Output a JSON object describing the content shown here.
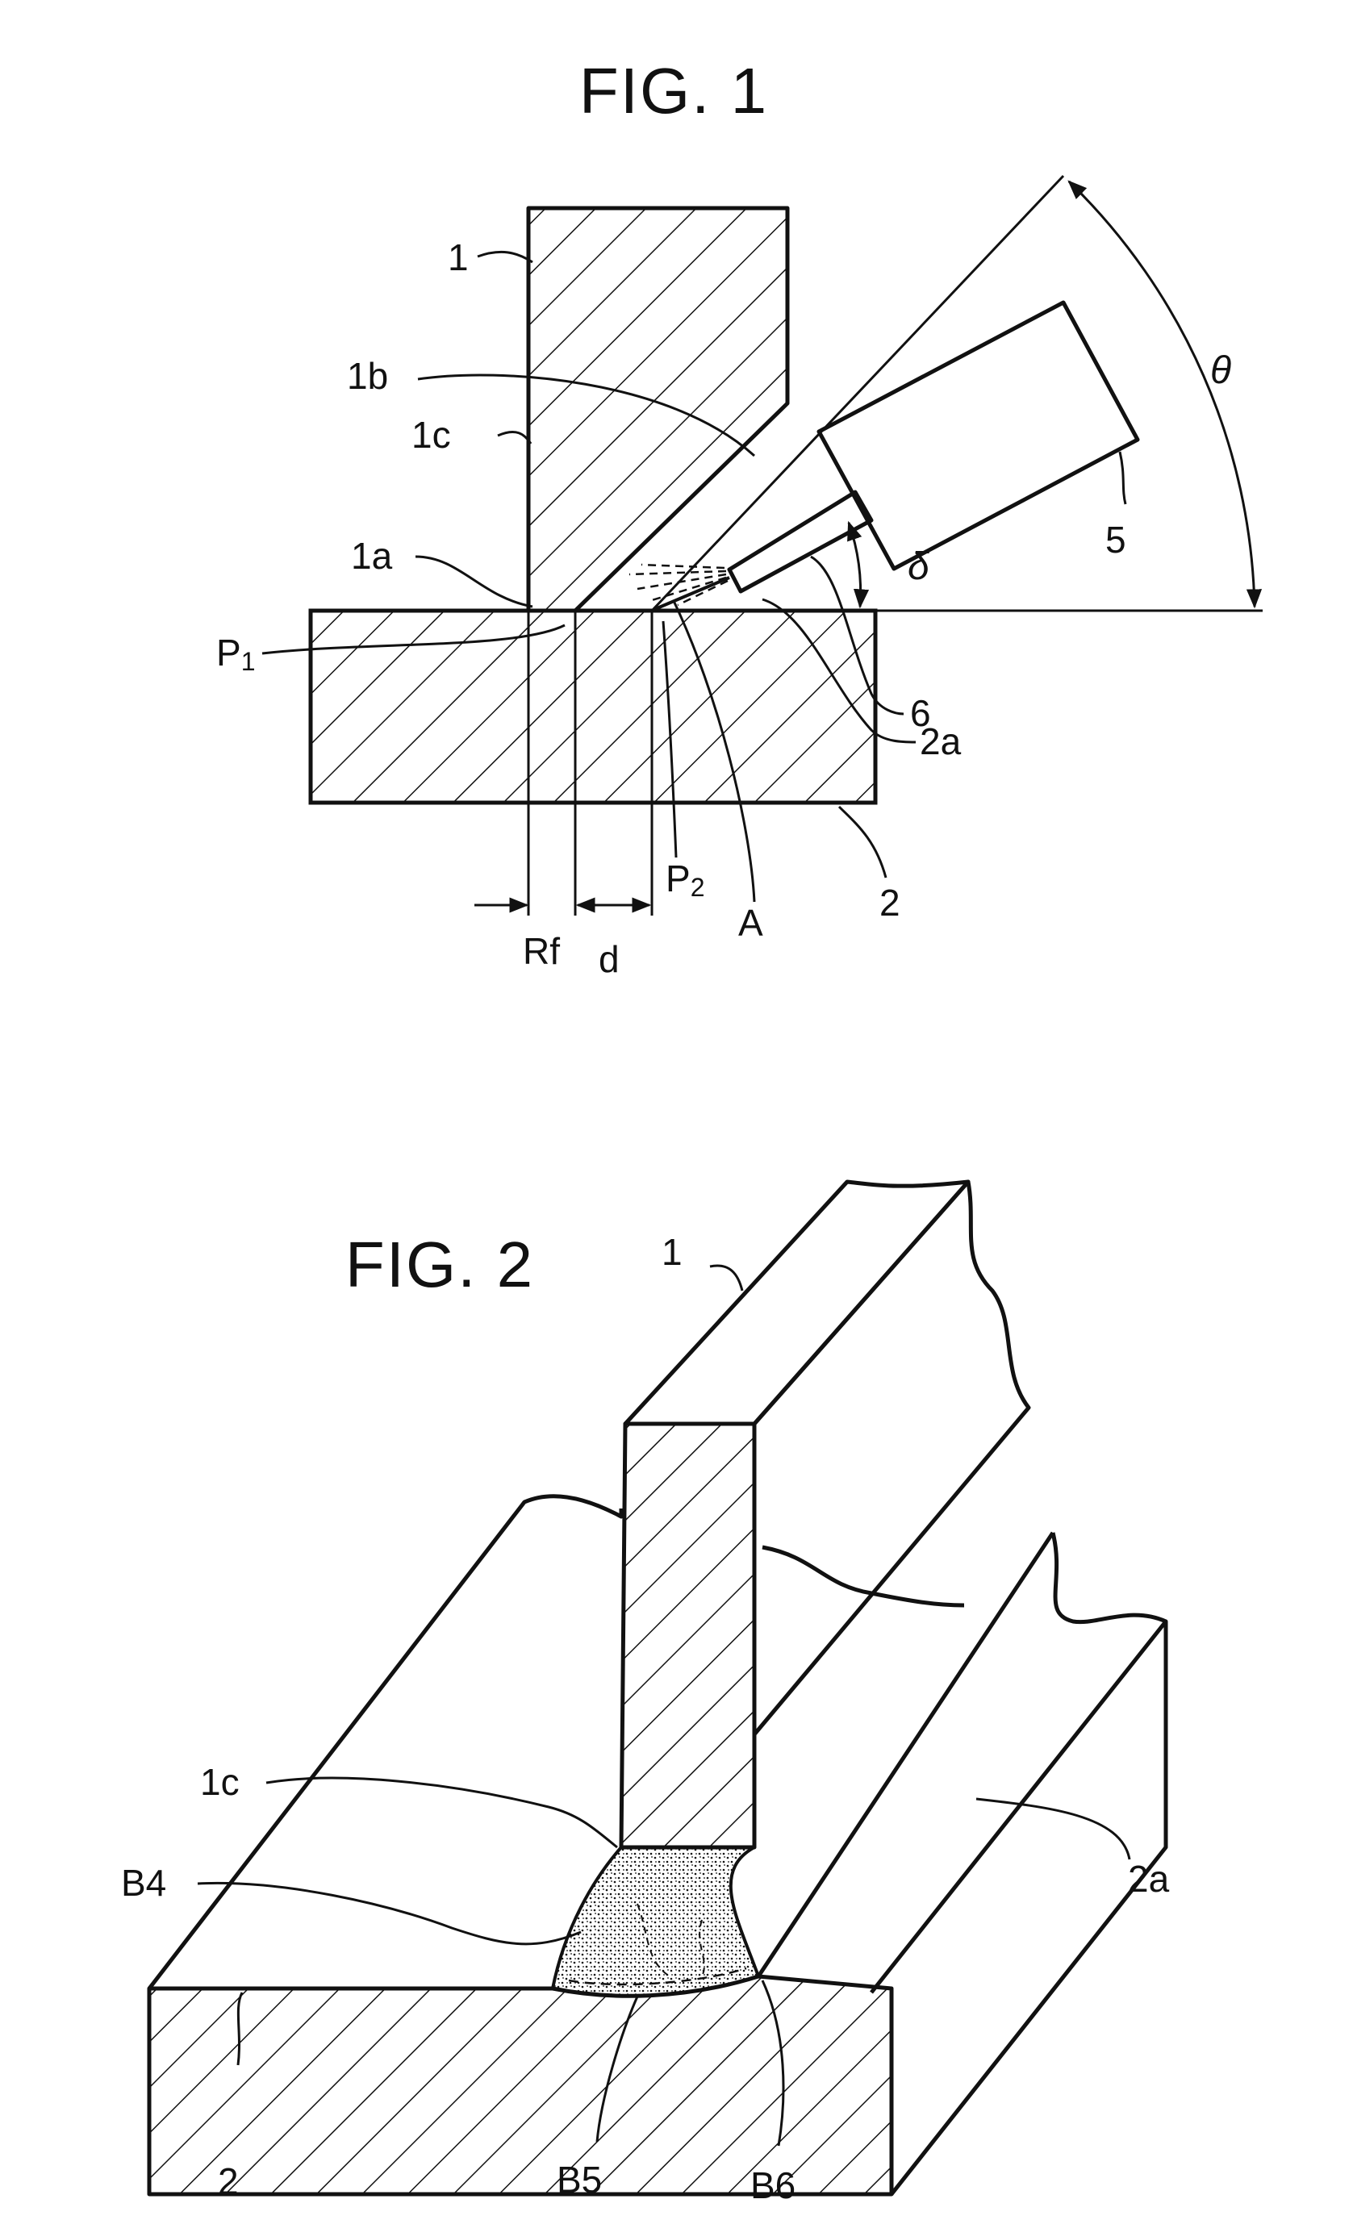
{
  "figure1": {
    "title": "FIG. 1",
    "labels": {
      "member_1": "1",
      "surface_1b": "1b",
      "surface_1c": "1c",
      "surface_1a": "1a",
      "point_p1": "P",
      "point_p1_sub": "1",
      "torch_5": "5",
      "wire_6": "6",
      "surface_2a": "2a",
      "plate_2": "2",
      "point_p2": "P",
      "point_p2_sub": "2",
      "arc_a": "A",
      "root_face": "Rf",
      "offset_d": "d",
      "angle_theta": "θ",
      "angle_delta": "δ"
    }
  },
  "figure2": {
    "title": "FIG. 2",
    "labels": {
      "member_1": "1",
      "surface_1c": "1c",
      "bead_b4": "B4",
      "surface_2a": "2a",
      "plate_2": "2",
      "bead_b5": "B5",
      "bead_b6": "B6"
    }
  }
}
